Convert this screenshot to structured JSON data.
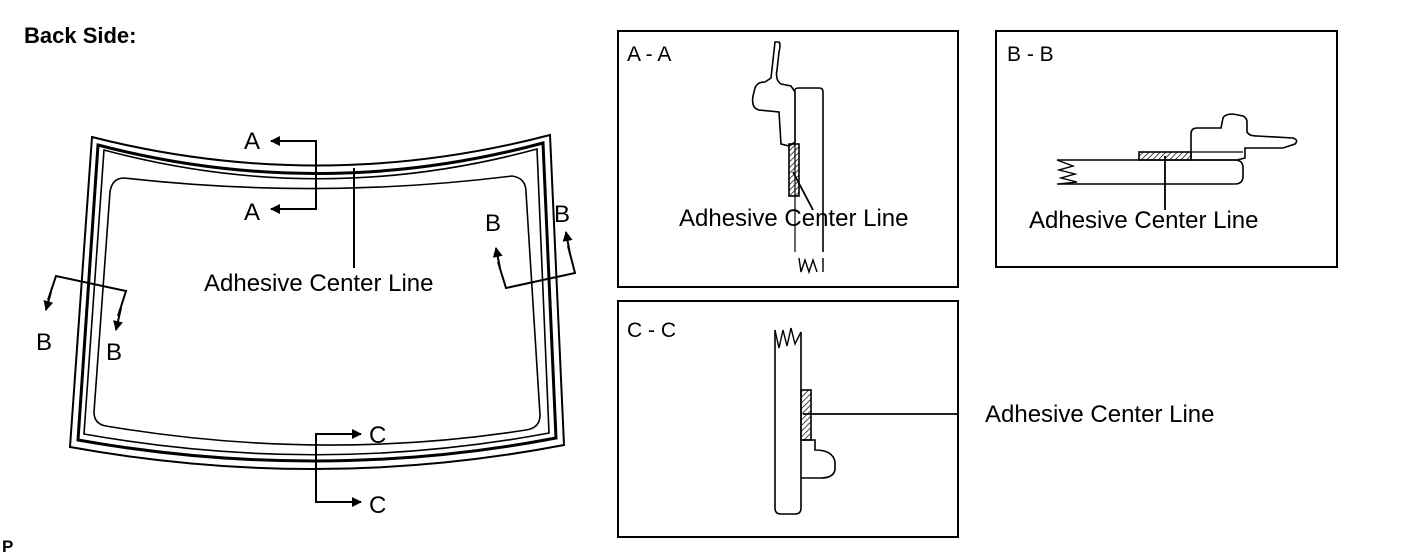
{
  "heading": "Back Side:",
  "corner_code": "P",
  "windshield": {
    "section_a_top": "A",
    "section_a_bottom": "A",
    "section_b_left_outer": "B",
    "section_b_left_inner": "B",
    "section_b_right_inner": "B",
    "section_b_right_outer": "B",
    "section_c_top": "C",
    "section_c_bottom": "C",
    "adhesive_label": "Adhesive Center Line"
  },
  "panels": {
    "aa": {
      "title": "A - A",
      "adhesive_label": "Adhesive Center Line"
    },
    "bb": {
      "title": "B - B",
      "adhesive_label": "Adhesive Center Line"
    },
    "cc": {
      "title": "C - C",
      "adhesive_label": "Adhesive Center Line"
    }
  }
}
